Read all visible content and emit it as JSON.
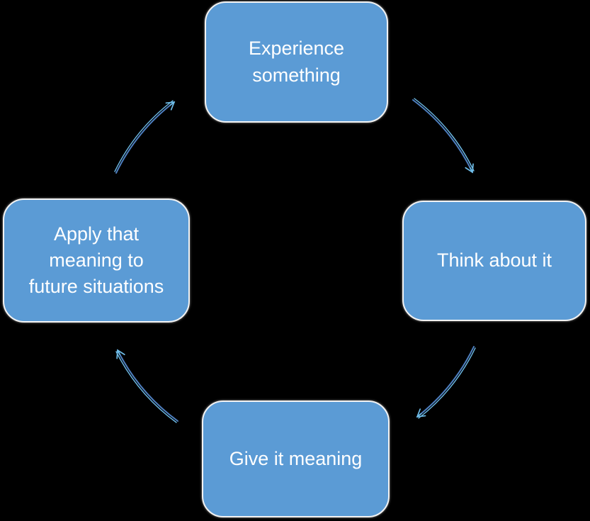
{
  "colors": {
    "background": "#000000",
    "node_fill": "#5b9bd5",
    "node_border": "#f2f2f2",
    "text_color": "#ffffff",
    "arrow_dark": "#4e7fc1",
    "arrow_light": "#6fbde8"
  },
  "diagram": {
    "type": "cycle",
    "direction": "clockwise",
    "nodes": [
      {
        "id": "experience-something",
        "position": "top",
        "label": "Experience something"
      },
      {
        "id": "think-about-it",
        "position": "right",
        "label": "Think about it"
      },
      {
        "id": "give-it-meaning",
        "position": "bottom",
        "label": "Give it meaning"
      },
      {
        "id": "apply-meaning",
        "position": "left",
        "label": "Apply that meaning to future situations"
      }
    ],
    "arrows": [
      {
        "from": "experience-something",
        "to": "think-about-it"
      },
      {
        "from": "think-about-it",
        "to": "give-it-meaning"
      },
      {
        "from": "give-it-meaning",
        "to": "apply-meaning"
      },
      {
        "from": "apply-meaning",
        "to": "experience-something"
      }
    ]
  }
}
